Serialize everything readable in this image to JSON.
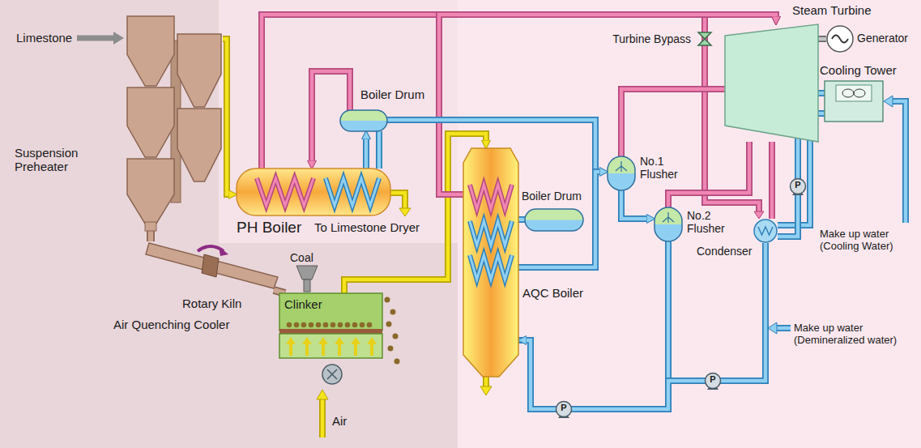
{
  "diagram": {
    "nodes": [
      {
        "text": [
          "Suspension Preheater"
        ]
      },
      {
        "text": [
          "Rotary Kiln"
        ]
      },
      {
        "text": [
          "Air Quenching Cooler",
          "Clinker"
        ]
      },
      {
        "text": [
          "PH Boiler"
        ]
      },
      {
        "text": [
          "Boiler Drum"
        ]
      },
      {
        "text": [
          "AQC Boiler"
        ]
      },
      {
        "text": [
          "Boiler Drum"
        ]
      },
      {
        "text": [
          "Steam Turbine"
        ]
      },
      {
        "text": [
          "Generator"
        ]
      },
      {
        "text": [
          "No.1 Flusher"
        ]
      },
      {
        "text": [
          "No.2 Flusher"
        ]
      },
      {
        "text": [
          "Condenser"
        ]
      },
      {
        "text": [
          "Cooling Tower"
        ]
      }
    ],
    "edges": [
      {
        "from": 0,
        "to": 3,
        "arrow": "to"
      },
      {
        "from": 0,
        "to": 1,
        "arrow": "none"
      },
      {
        "from": 1,
        "to": 2,
        "arrow": "none"
      },
      {
        "from": 2,
        "to": 5,
        "arrow": "to"
      },
      {
        "from": 3,
        "to": 7,
        "arrow": "to"
      },
      {
        "from": 5,
        "to": 7,
        "arrow": "to"
      },
      {
        "from": 4,
        "to": 3,
        "arrow": "to"
      },
      {
        "from": 3,
        "to": 4,
        "arrow": "to"
      },
      {
        "from": 4,
        "to": 3,
        "arrow": "none"
      },
      {
        "from": 5,
        "to": 4,
        "arrow": "none"
      },
      {
        "from": 5,
        "to": 9,
        "arrow": "to"
      },
      {
        "from": 6,
        "to": 5,
        "arrow": "none"
      },
      {
        "from": 9,
        "to": 10,
        "arrow": "to"
      },
      {
        "from": 9,
        "to": 7,
        "arrow": "none"
      },
      {
        "from": 10,
        "to": 7,
        "arrow": "none"
      },
      {
        "from": 10,
        "to": 5,
        "arrow": "none"
      },
      {
        "from": 7,
        "to": 11,
        "arrow": "none"
      },
      {
        "from": 11,
        "to": 12,
        "arrow": "none"
      },
      {
        "from": 12,
        "to": 11,
        "arrow": "none"
      },
      {
        "from": 11,
        "to": 5,
        "arrow": "to"
      },
      {
        "from": 7,
        "to": 8,
        "arrow": "none"
      }
    ],
    "labels": [
      "Limestone",
      "Coal",
      "To Limestone Dryer",
      "Air",
      "Turbine Bypass",
      "Make up water (Cooling Water)",
      "Make up water (Demineralized water)",
      "P",
      "P",
      "P"
    ]
  }
}
